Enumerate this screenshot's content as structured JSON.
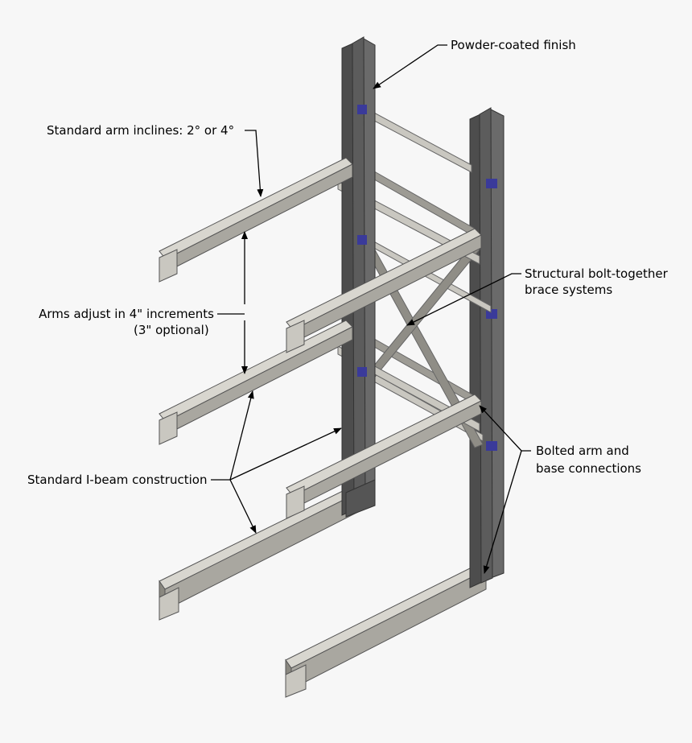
{
  "labels": {
    "powder_coated": "Powder-coated finish",
    "arm_inclines": "Standard arm inclines:  2° or 4°",
    "arms_adjust_1": "Arms adjust in 4\" increments",
    "arms_adjust_2": "(3\" optional)",
    "brace_1": "Structural bolt-together",
    "brace_2": "brace systems",
    "bolted_1": "Bolted arm and",
    "bolted_2": "base connections",
    "ibeam": "Standard I-beam construction"
  },
  "colors": {
    "background": "#f7f7f7",
    "column_dark": "#555555",
    "column_face": "#6a6a6a",
    "arm_top": "#d8d6cf",
    "arm_side": "#a9a7a0",
    "connector_blue": "#3a3a9a",
    "leader_line": "#000000"
  }
}
